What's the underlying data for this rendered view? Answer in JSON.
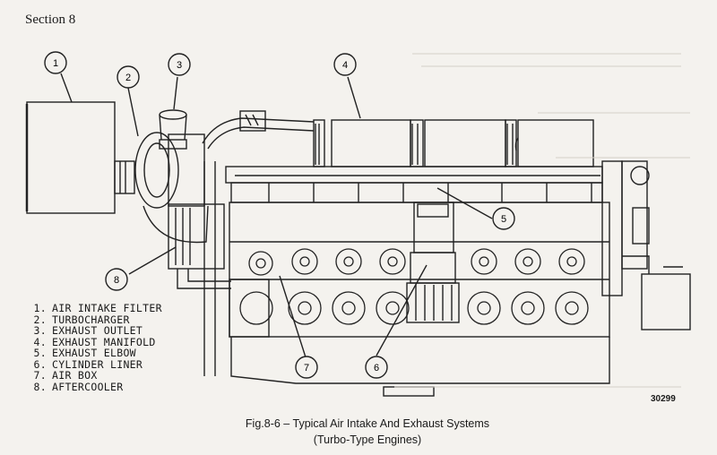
{
  "header": {
    "section": "Section 8"
  },
  "callouts": [
    {
      "number": "1"
    },
    {
      "number": "2"
    },
    {
      "number": "3"
    },
    {
      "number": "4"
    },
    {
      "number": "5"
    },
    {
      "number": "6"
    },
    {
      "number": "7"
    },
    {
      "number": "8"
    }
  ],
  "legend": [
    {
      "num": "1.",
      "label": "AIR INTAKE FILTER"
    },
    {
      "num": "2.",
      "label": "TURBOCHARGER"
    },
    {
      "num": "3.",
      "label": "EXHAUST OUTLET"
    },
    {
      "num": "4.",
      "label": "EXHAUST MANIFOLD"
    },
    {
      "num": "5.",
      "label": "EXHAUST ELBOW"
    },
    {
      "num": "6.",
      "label": "CYLINDER LINER"
    },
    {
      "num": "7.",
      "label": "AIR BOX"
    },
    {
      "num": "8.",
      "label": "AFTERCOOLER"
    }
  ],
  "figure": {
    "number": "30299",
    "caption": "Fig.8-6 – Typical Air Intake And Exhaust Systems",
    "subcaption": "(Turbo-Type Engines)"
  }
}
